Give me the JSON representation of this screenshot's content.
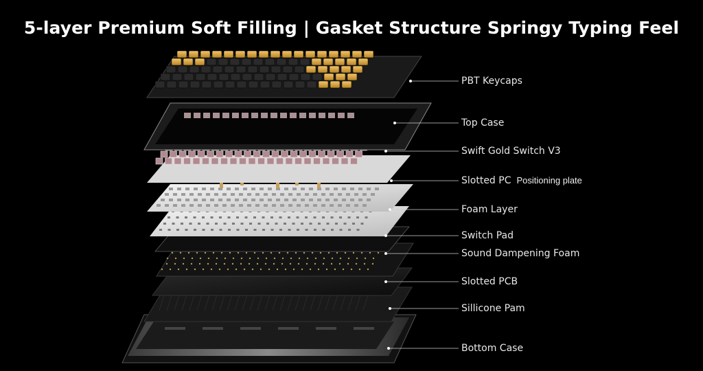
{
  "title": "5-layer Premium Soft Filling | Gasket Structure Springy Typing Feel",
  "layers": [
    {
      "label": "PBT Keycaps"
    },
    {
      "label": "Top Case"
    },
    {
      "label": "Swift Gold Switch V3"
    },
    {
      "label": "Slotted PC",
      "sublabel": "Positioning plate"
    },
    {
      "label": "Foam Layer"
    },
    {
      "label": "Switch Pad"
    },
    {
      "label": "Sound Dampening Foam"
    },
    {
      "label": "Slotted PCB"
    },
    {
      "label": "Sillicone Pam"
    },
    {
      "label": "Bottom Case"
    }
  ],
  "colors": {
    "background": "#000000",
    "keycap_gold": "#d9a441",
    "keycap_black": "#2a2a2a",
    "plate_white": "#e6e6e6",
    "pcb_black": "#161616",
    "switch_pink": "#b08a90"
  }
}
